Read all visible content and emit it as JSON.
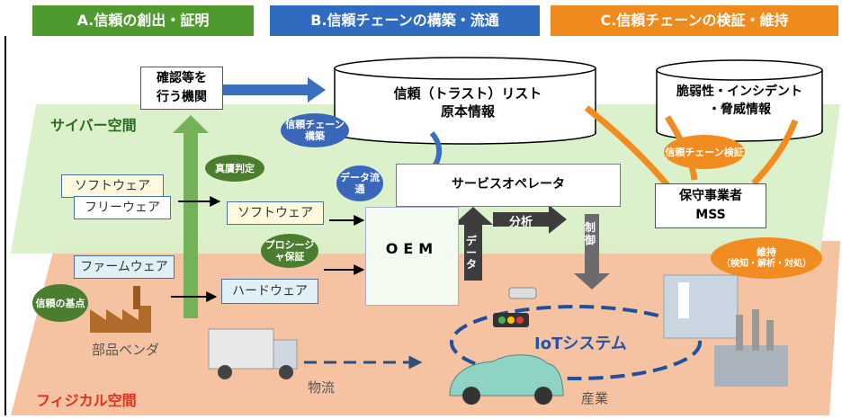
{
  "headers": {
    "a": "A.信頼の創出・証明",
    "b": "B.信頼チェーンの構築・流通",
    "c": "C.信頼チェーンの検証・維持"
  },
  "regions": {
    "cyber": "サイバー空間",
    "physical": "フィジカル空間"
  },
  "nodes": {
    "verifier_line1": "確認等を",
    "verifier_line2": "行う機関",
    "trust_list_line1": "信頼（トラスト）リスト",
    "trust_list_line2": "原本情報",
    "vuln_line1": "脆弱性・インシデント",
    "vuln_line2": "・脅威情報",
    "service_operator": "サービスオペレータ",
    "oem": "OEM",
    "maintainer_line1": "保守事業者",
    "maintainer_line2": "MSS",
    "software_top": "ソフトウェア",
    "freeware": "フリーウェア",
    "software_mid": "ソフトウェア",
    "firmware": "ファームウェア",
    "hardware": "ハードウェア"
  },
  "bubbles": {
    "chain_build": "信頼チェーン構築",
    "authenticity": "真贋判定",
    "data_flow": "データ流通",
    "procedure_cert": "プロシージャ保証",
    "chain_verify": "信頼チェーン検証",
    "maintain_line1": "維持",
    "maintain_line2": "（検知・解析・対処）",
    "trust_anchor": "信頼の基点"
  },
  "arrows": {
    "analysis": "分析",
    "data": "データ",
    "control": "制御"
  },
  "physical": {
    "parts_vendor": "部品ベンダ",
    "logistics": "物流",
    "industry": "産業",
    "iot_system": "IoTシステム"
  },
  "colors": {
    "header_a": "#4e9a2f",
    "header_b": "#2f6bbf",
    "header_c": "#ef8a1c",
    "cyber_band": "#d9f0c9",
    "physical_band": "#f5c3a1",
    "blue_bubble": "#3a67b9",
    "green_bubble": "#4a7d2d",
    "orange_bubble": "#f08c20",
    "iot_text": "#1f55b0",
    "physical_label": "#e0301e"
  }
}
